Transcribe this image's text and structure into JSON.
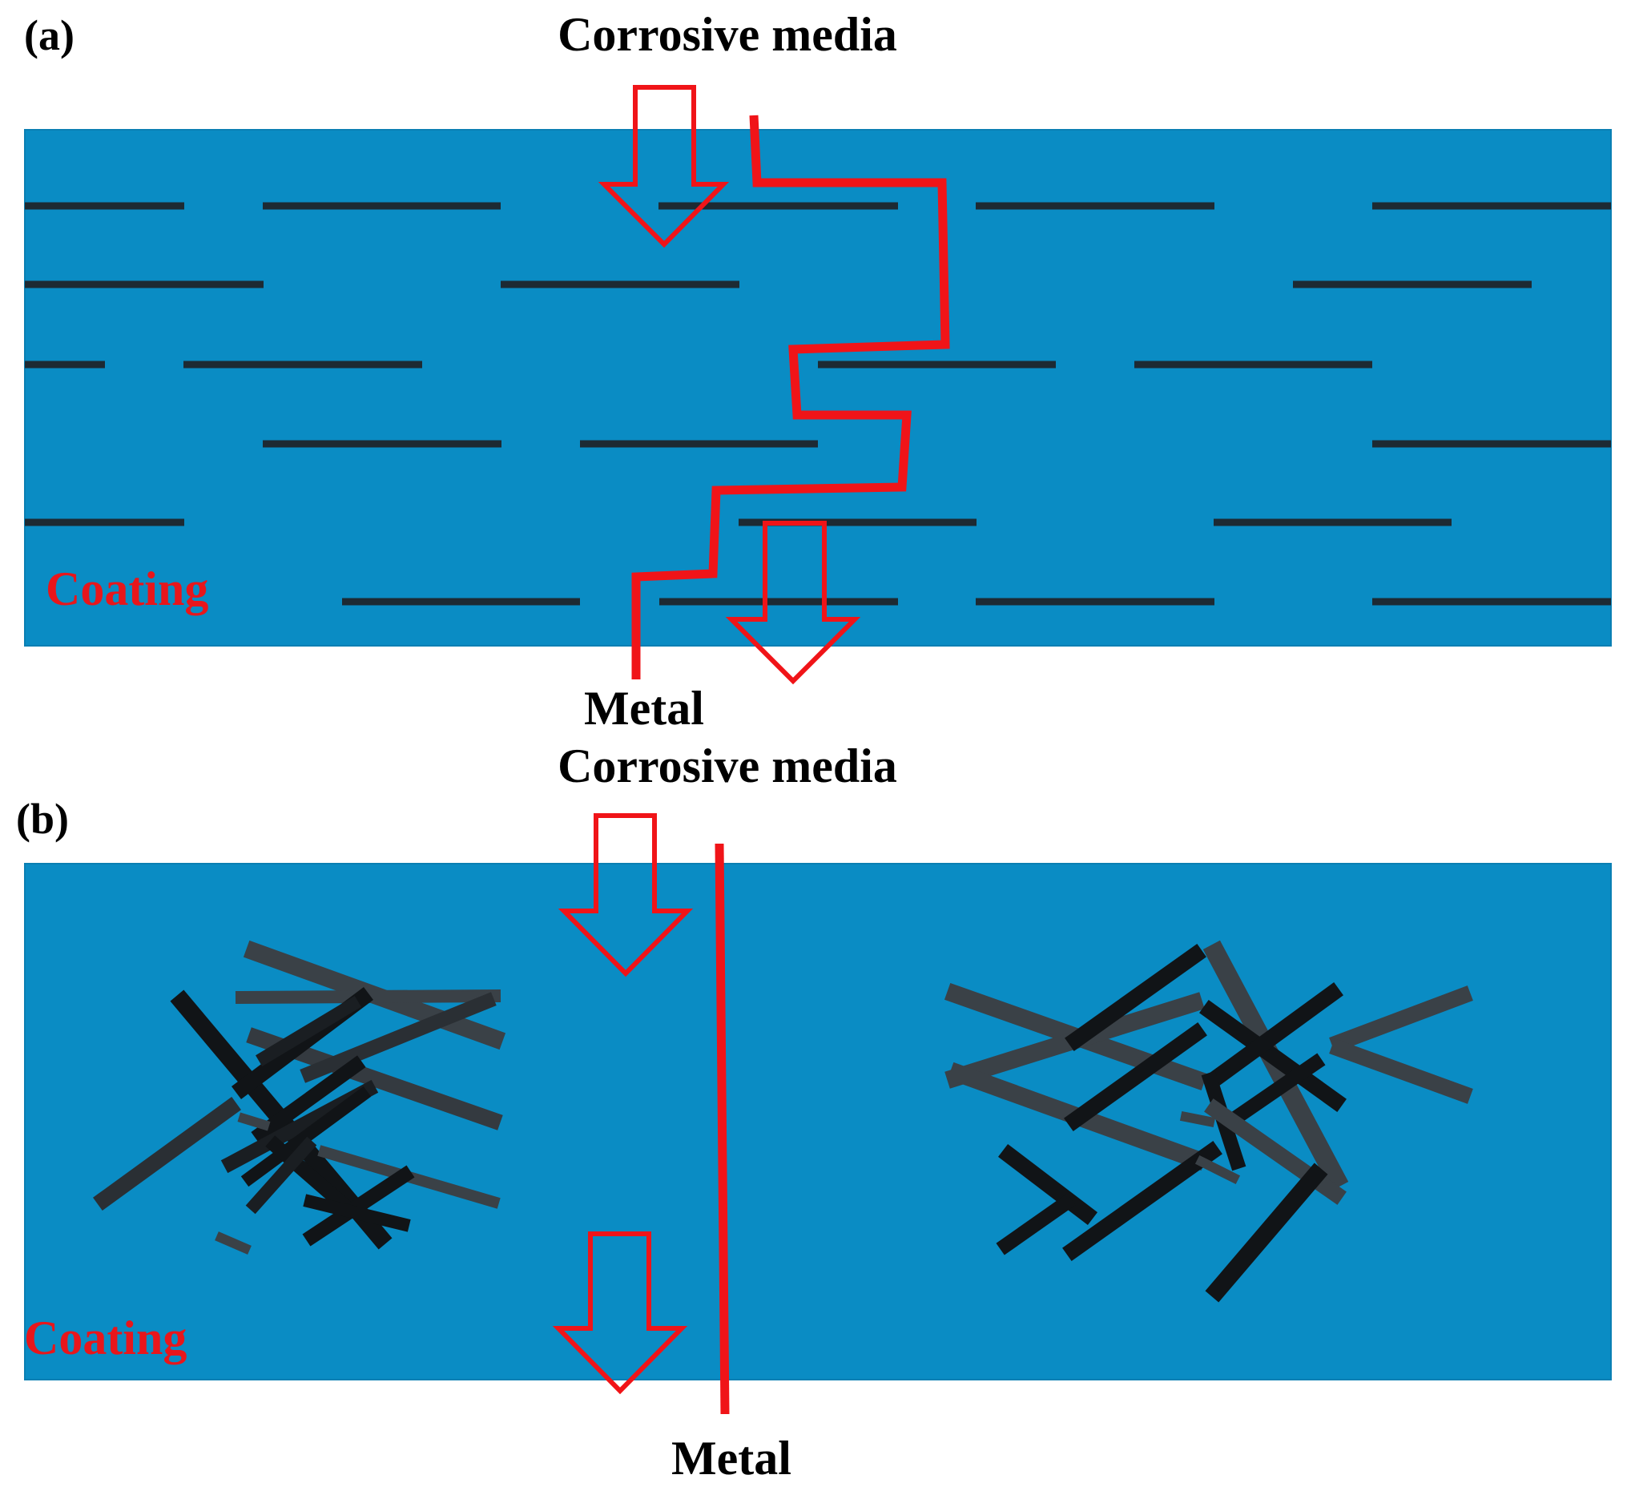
{
  "colors": {
    "coating": "#0a8cc4",
    "filler": "#1d2a33",
    "flake_dark": "#111417",
    "flake_light": "#3a4147",
    "path": "#f01418",
    "label": "#000000",
    "coating_label": "#e8161b"
  },
  "panel_a": {
    "tag": "(a)",
    "top_label": "Corrosive media",
    "bottom_label": "Metal",
    "layer_label": "Coating"
  },
  "panel_b": {
    "tag": "(b)",
    "top_label": "Corrosive media",
    "bottom_label": "Metal",
    "layer_label": "Coating"
  }
}
